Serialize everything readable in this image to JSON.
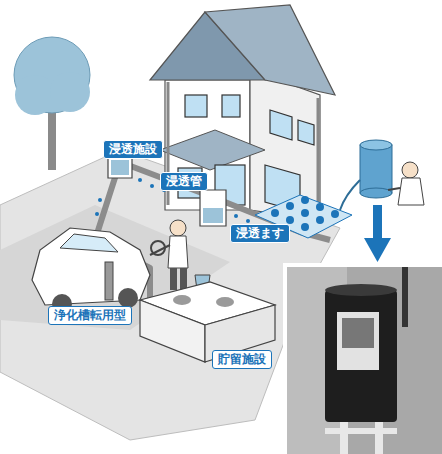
{
  "diagram": {
    "nodes": [
      {
        "text": [
          "浸透施設"
        ]
      },
      {
        "text": [
          "浸透管"
        ]
      },
      {
        "text": [
          "浸透ます"
        ]
      },
      {
        "text": [
          "浄化槽転用型"
        ]
      },
      {
        "text": [
          "貯留施設"
        ]
      }
    ]
  }
}
